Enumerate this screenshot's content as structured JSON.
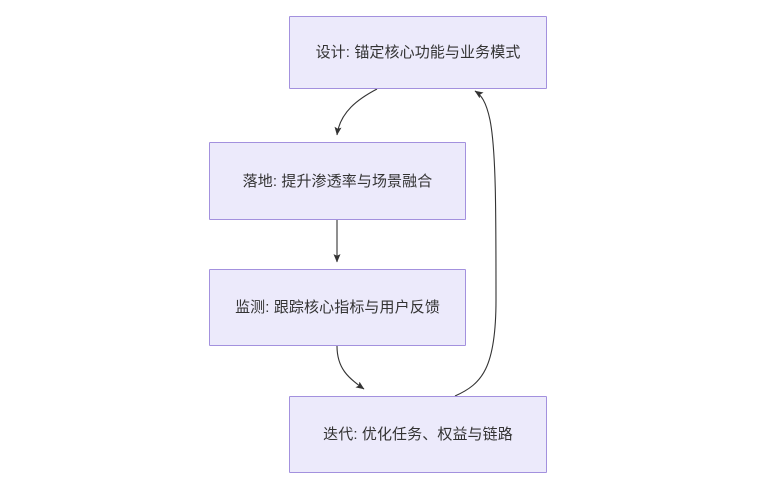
{
  "diagram": {
    "type": "flowchart",
    "direction": "top-to-bottom-cycle",
    "background_color": "#ffffff",
    "node_fill_color": "#ECEAFB",
    "node_border_color": "#A391DE",
    "node_text_color": "#333333",
    "edge_color": "#333333",
    "nodes": [
      {
        "id": "design",
        "label": "设计: 锚定核心功能与业务模式"
      },
      {
        "id": "landing",
        "label": "落地: 提升渗透率与场景融合"
      },
      {
        "id": "monitor",
        "label": "监测: 跟踪核心指标与用户反馈"
      },
      {
        "id": "iterate",
        "label": "迭代: 优化任务、权益与链路"
      }
    ],
    "edges": [
      {
        "id": "design-to-landing",
        "from": "design",
        "to": "landing",
        "label": ""
      },
      {
        "id": "landing-to-monitor",
        "from": "landing",
        "to": "monitor",
        "label": ""
      },
      {
        "id": "monitor-to-iterate",
        "from": "monitor",
        "to": "iterate",
        "label": ""
      },
      {
        "id": "iterate-to-design",
        "from": "iterate",
        "to": "design",
        "label": ""
      }
    ]
  }
}
